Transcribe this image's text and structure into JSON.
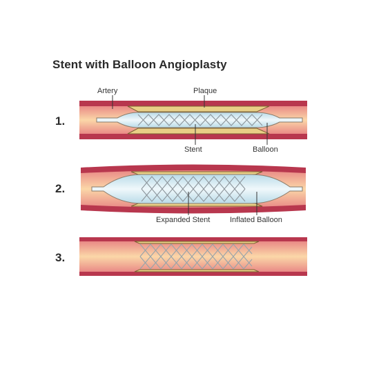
{
  "title": "Stent with Balloon Angioplasty",
  "steps": [
    {
      "number": "1.",
      "labels": {
        "artery": "Artery",
        "plaque": "Plaque",
        "stent": "Stent",
        "balloon": "Balloon"
      }
    },
    {
      "number": "2.",
      "labels": {
        "expanded_stent": "Expanded Stent",
        "inflated_balloon": "Inflated Balloon"
      }
    },
    {
      "number": "3."
    }
  ],
  "colors": {
    "artery_wall": "#b8374e",
    "artery_inner": "#f4b28a",
    "plaque": "#e9cf86",
    "balloon": "#cfe6ee",
    "stent": "#9aa4aa"
  }
}
